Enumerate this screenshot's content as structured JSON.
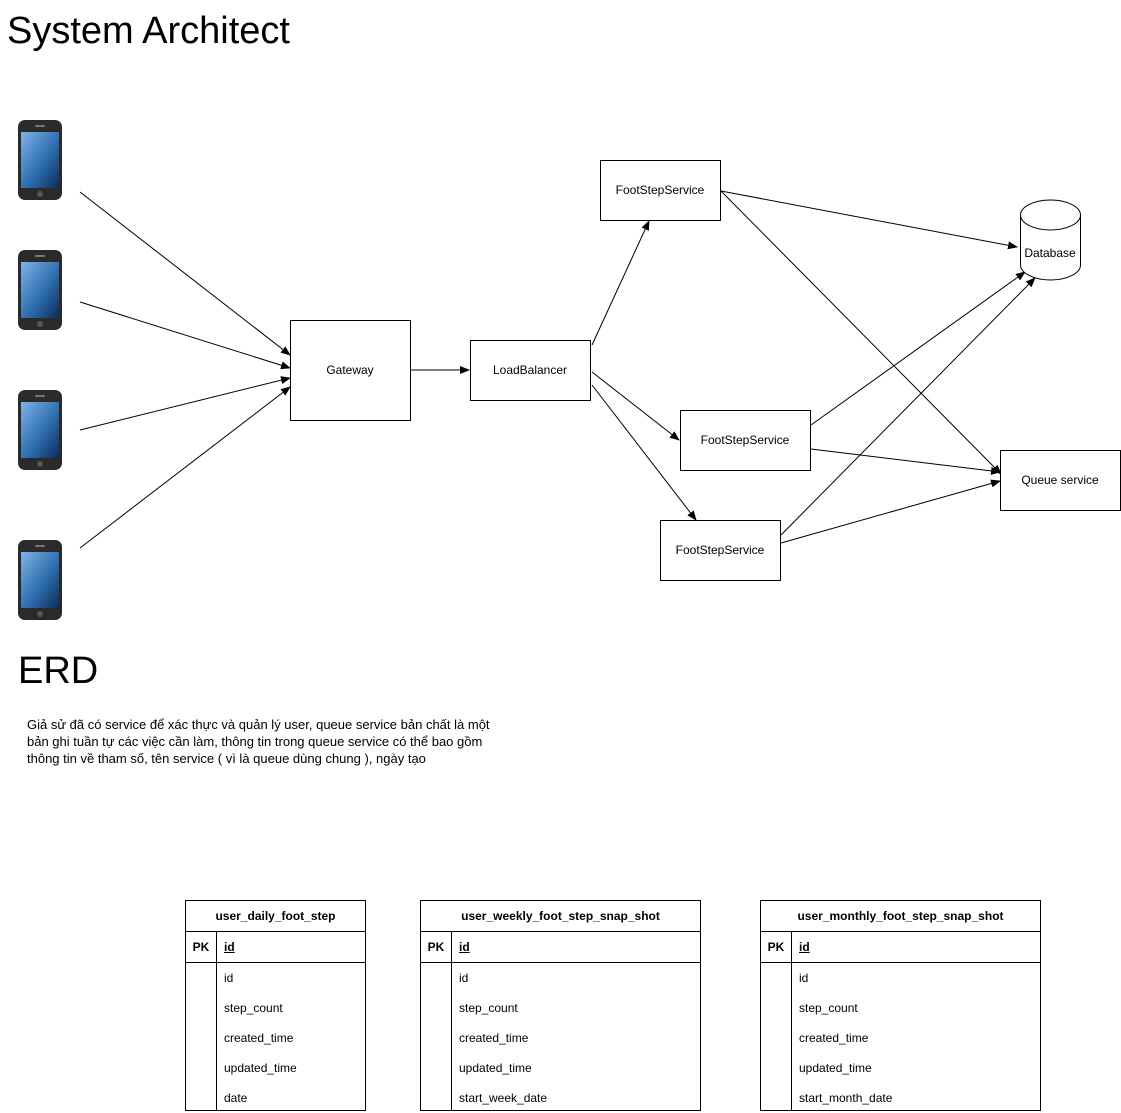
{
  "titles": {
    "architecture": "System Architect",
    "erd": "ERD"
  },
  "note": "Giả sử đã có service để xác thực và quản lý user, queue service bản chất là một bản ghi tuần tự các việc cần làm, thông tin trong queue service có thể bao gồm thông tin về tham số, tên service ( vì là queue dùng chung ), ngày tạo",
  "diagram": {
    "clients": [
      {
        "name": "phone-1-icon"
      },
      {
        "name": "phone-2-icon"
      },
      {
        "name": "phone-3-icon"
      },
      {
        "name": "phone-4-icon"
      }
    ],
    "nodes": {
      "gateway": "Gateway",
      "loadbalancer": "LoadBalancer",
      "footstep1": "FootStepService",
      "footstep2": "FootStepService",
      "footstep3": "FootStepService",
      "database": "Database",
      "queue": "Queue service"
    },
    "edges": [
      [
        "phone-1",
        "gateway"
      ],
      [
        "phone-2",
        "gateway"
      ],
      [
        "phone-3",
        "gateway"
      ],
      [
        "phone-4",
        "gateway"
      ],
      [
        "gateway",
        "loadbalancer"
      ],
      [
        "loadbalancer",
        "footstep1"
      ],
      [
        "loadbalancer",
        "footstep2"
      ],
      [
        "loadbalancer",
        "footstep3"
      ],
      [
        "footstep1",
        "database"
      ],
      [
        "footstep1",
        "queue"
      ],
      [
        "footstep2",
        "database"
      ],
      [
        "footstep2",
        "queue"
      ],
      [
        "footstep3",
        "database"
      ],
      [
        "footstep3",
        "queue"
      ]
    ]
  },
  "tables": [
    {
      "name": "user_daily_foot_step",
      "pk_label": "PK",
      "pk": "id",
      "fields": [
        "id",
        "step_count",
        "created_time",
        "updated_time",
        "date"
      ]
    },
    {
      "name": "user_weekly_foot_step_snap_shot",
      "pk_label": "PK",
      "pk": "id",
      "fields": [
        "id",
        "step_count",
        "created_time",
        "updated_time",
        "start_week_date"
      ]
    },
    {
      "name": "user_monthly_foot_step_snap_shot",
      "pk_label": "PK",
      "pk": "id",
      "fields": [
        "id",
        "step_count",
        "created_time",
        "updated_time",
        "start_month_date"
      ]
    }
  ]
}
